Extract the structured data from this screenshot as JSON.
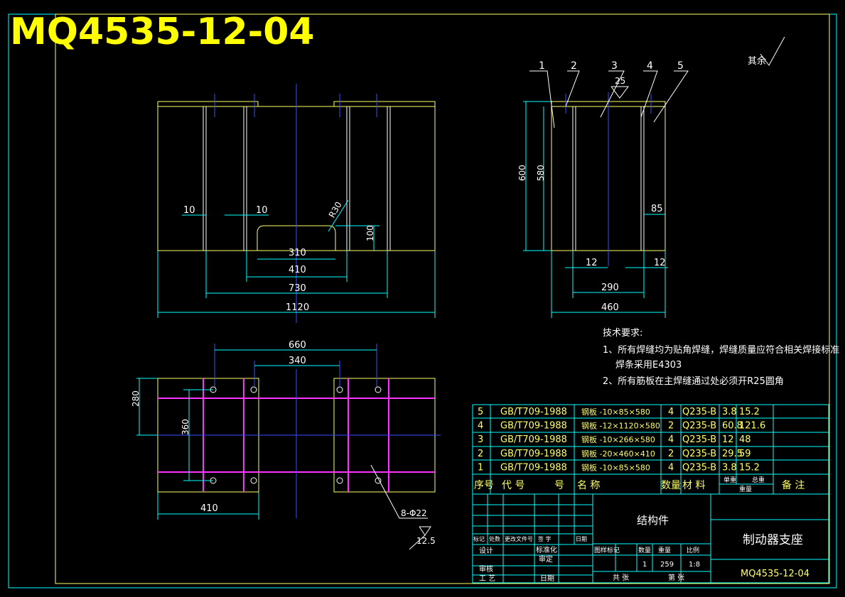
{
  "drawing_number": "MQ4535-12-04",
  "roughness_other": "其余",
  "roughness_value": "25",
  "front_view": {
    "dim_10_left": "10",
    "dim_10_right": "10",
    "dim_r30": "R30",
    "dim_100": "100",
    "dim_310": "310",
    "dim_410": "410",
    "dim_730": "730",
    "dim_1120": "1120"
  },
  "side_view": {
    "balloons": [
      "1",
      "2",
      "3",
      "4",
      "5"
    ],
    "dim_600": "600",
    "dim_580": "580",
    "dim_85": "85",
    "dim_12_left": "12",
    "dim_12_right": "12",
    "dim_290": "290",
    "dim_460": "460"
  },
  "top_view": {
    "dim_660": "660",
    "dim_340": "340",
    "dim_280": "280",
    "dim_360": "360",
    "dim_410": "410",
    "hole_callout": "8-Φ22",
    "hole_roughness": "12.5"
  },
  "tech_requirements": {
    "title": "技术要求:",
    "line1": "1、所有焊缝均为贴角焊缝，焊缝质量应符合相关焊接标准",
    "line1b": "焊条采用E4303",
    "line2": "2、所有筋板在主焊缝通过处必须开R25圆角"
  },
  "bom": {
    "rows": [
      {
        "no": "5",
        "code": "GB/T709-1988",
        "name": "钢板 -10×85×580",
        "qty": "4",
        "material": "Q235-B",
        "unit": "3.8",
        "total": "15.2"
      },
      {
        "no": "4",
        "code": "GB/T709-1988",
        "name": "钢板 -12×1120×580",
        "qty": "2",
        "material": "Q235-B",
        "unit": "60.8",
        "total": "121.6"
      },
      {
        "no": "3",
        "code": "GB/T709-1988",
        "name": "钢板 -10×266×580",
        "qty": "4",
        "material": "Q235-B",
        "unit": "12",
        "total": "48"
      },
      {
        "no": "2",
        "code": "GB/T709-1988",
        "name": "钢板 -20×460×410",
        "qty": "2",
        "material": "Q235-B",
        "unit": "29.5",
        "total": "59"
      },
      {
        "no": "1",
        "code": "GB/T709-1988",
        "name": "钢板 -10×85×580",
        "qty": "4",
        "material": "Q235-B",
        "unit": "3.8",
        "total": "15.2"
      }
    ],
    "headers": {
      "no": "序号",
      "code": "代 号",
      "name": "名 称",
      "qty": "数量",
      "material": "材 料",
      "unit": "单重",
      "total": "总重",
      "weight": "重量",
      "remark": "备 注"
    }
  },
  "title_block": {
    "part_type": "结构件",
    "part_name": "制动器支座",
    "drawing_no": "MQ4535-12-04",
    "rev_headers": [
      "标记",
      "处数",
      "更改文件号",
      "签 字",
      "日期"
    ],
    "design": "设计",
    "standardize": "标准化",
    "check": "审核",
    "approve": "审定",
    "process": "工 艺",
    "date": "日期",
    "stage_headers": [
      "图样标记",
      "数量",
      "重量",
      "比例"
    ],
    "qty": "1",
    "weight": "259",
    "scale": "1:8",
    "sheets_total": "共   张",
    "sheet_no": "第   张"
  }
}
